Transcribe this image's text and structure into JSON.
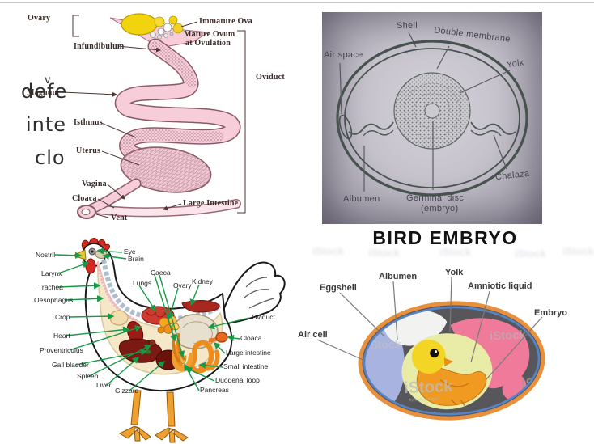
{
  "tract": {
    "labels": {
      "ovary": "Ovary",
      "immature_ova": "Immature Ova",
      "mature_ovum_line1": "Mature Ovum",
      "mature_ovum_line2": "at Ovulation",
      "infundibulum": "Infundibulum",
      "magnum": "Magnum",
      "isthmus": "Isthmus",
      "uterus": "Uterus",
      "vagina": "Vagina",
      "cloaca": "Cloaca",
      "vent": "Vent",
      "large_intestine": "Large Intestine",
      "oviduct": "Oviduct"
    }
  },
  "overlay_fragment": {
    "word1": "v",
    "word2": "defe",
    "word3": "inte",
    "word4": "clo"
  },
  "bird_embryo": {
    "caption": "BIRD EMBRYO",
    "labels": {
      "shell": "Shell",
      "double_membrane": "Double membrane",
      "air_space": "Air space",
      "yolk": "Yolk",
      "albumen": "Albumen",
      "germinal_disc": "Germinal disc",
      "germinal_disc_sub": "(embryo)",
      "chalaza": "Chalaza"
    }
  },
  "chicken": {
    "labels": {
      "nostril": "Nostril",
      "eye": "Eye",
      "brain": "Brain",
      "larynx": "Larynx",
      "trachea": "Trachea",
      "oesophagus": "Oesophagus",
      "crop": "Crop",
      "heart": "Heart",
      "proventriculus": "Proventriculus",
      "gall_bladder": "Gall bladder",
      "spleen": "Spleen",
      "liver": "Liver",
      "gizzard": "Gizzard",
      "lungs": "Lungs",
      "caeca": "Caeca",
      "ovary": "Ovary",
      "kidney": "Kidney",
      "oviduct": "Oviduct",
      "cloaca": "Cloaca",
      "large_intestine": "Large intestine",
      "small_intestine": "Small intestine",
      "duodenal_loop": "Duodenal loop",
      "pancreas": "Pancreas"
    }
  },
  "egg_embryo": {
    "labels": {
      "eggshell": "Eggshell",
      "albumen": "Albumen",
      "yolk": "Yolk",
      "amniotic_liquid": "Amniotic liquid",
      "embryo": "Embryo",
      "air_cell": "Air cell"
    },
    "watermark": "iStock",
    "watermark_sub": "by Getty Images"
  },
  "colors": {
    "label_line_green": "#169a48",
    "tract_pink": "#f6cdd9",
    "ovum_yellow": "#f2d40e",
    "photo_gray": "#c6c2ca",
    "shell_orange": "#e8903c",
    "membrane_blue": "#5585c8",
    "air_cell_blue": "#a9b3e0",
    "yolk_sac_green": "#e9eca6",
    "chick_yellow": "#f2d525",
    "chick_orange": "#f09a22",
    "amniotic_pink": "#ef7a9a",
    "egg_interior_gray": "#57575b"
  }
}
